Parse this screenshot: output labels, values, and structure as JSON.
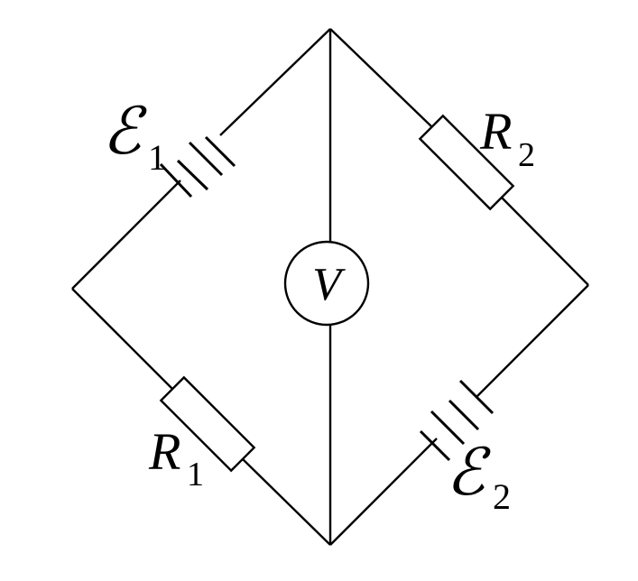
{
  "diagram": {
    "labels": {
      "emf1_symbol": "ℰ",
      "emf1_subscript": "1",
      "emf2_symbol": "ℰ",
      "emf2_subscript": "2",
      "r1_letter": "R",
      "r1_subscript": "1",
      "r2_letter": "R",
      "r2_subscript": "2",
      "voltmeter": "V"
    }
  }
}
